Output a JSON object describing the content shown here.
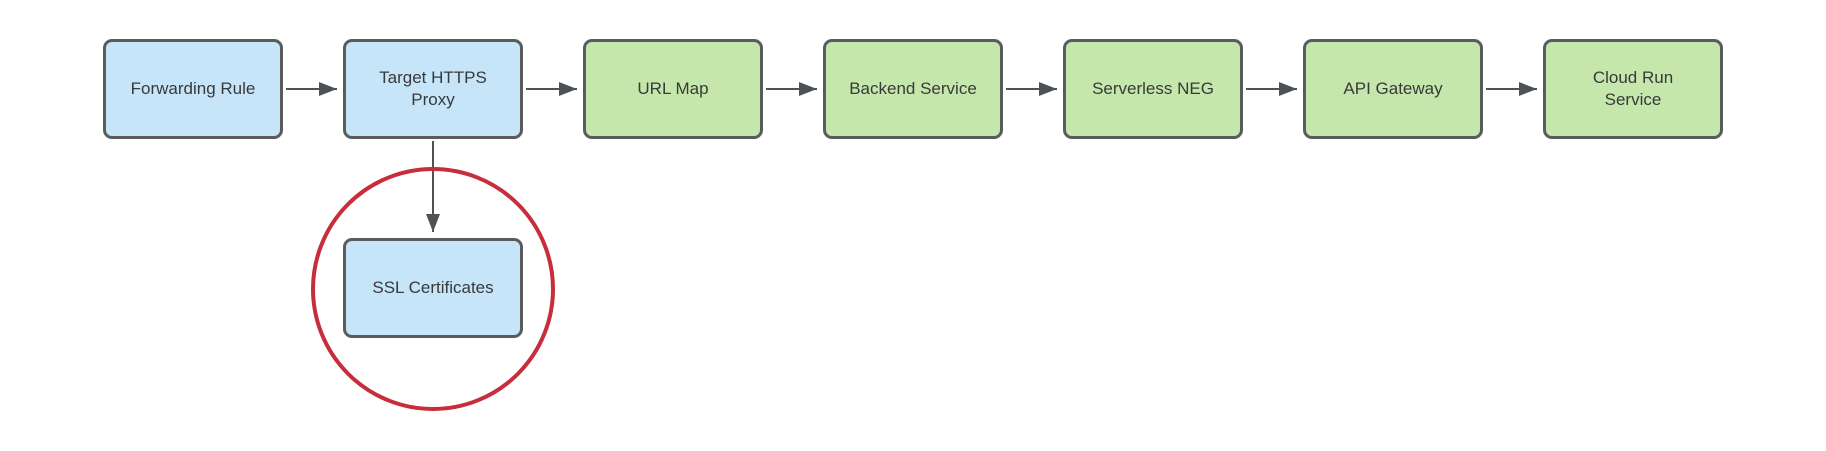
{
  "colors": {
    "background": "#ffffff",
    "node-blue": "#c7e5f8",
    "node-green": "#c5e7ab",
    "node-border": "#595b5d",
    "node-text": "#38393b",
    "arrow": "#4f5254",
    "highlight-red": "#c82d3c"
  },
  "diagram": {
    "type": "flowchart",
    "nodes": [
      {
        "id": "forwarding-rule",
        "label": "Forwarding Rule",
        "fill": "blue"
      },
      {
        "id": "target-https-proxy",
        "label": "Target HTTPS\nProxy",
        "fill": "blue"
      },
      {
        "id": "url-map",
        "label": "URL Map",
        "fill": "green"
      },
      {
        "id": "backend-service",
        "label": "Backend Service",
        "fill": "green"
      },
      {
        "id": "serverless-neg",
        "label": "Serverless NEG",
        "fill": "green"
      },
      {
        "id": "api-gateway",
        "label": "API Gateway",
        "fill": "green"
      },
      {
        "id": "cloud-run-service",
        "label": "Cloud Run\nService",
        "fill": "green"
      },
      {
        "id": "ssl-certificates",
        "label": "SSL Certificates",
        "fill": "blue"
      }
    ],
    "edges": [
      {
        "from": "forwarding-rule",
        "to": "target-https-proxy",
        "direction": "right"
      },
      {
        "from": "target-https-proxy",
        "to": "url-map",
        "direction": "right"
      },
      {
        "from": "url-map",
        "to": "backend-service",
        "direction": "right"
      },
      {
        "from": "backend-service",
        "to": "serverless-neg",
        "direction": "right"
      },
      {
        "from": "serverless-neg",
        "to": "api-gateway",
        "direction": "right"
      },
      {
        "from": "api-gateway",
        "to": "cloud-run-service",
        "direction": "right"
      },
      {
        "from": "target-https-proxy",
        "to": "ssl-certificates",
        "direction": "down"
      }
    ],
    "annotations": [
      {
        "type": "circle",
        "around": "ssl-certificates",
        "color": "#c82d3c"
      }
    ]
  }
}
